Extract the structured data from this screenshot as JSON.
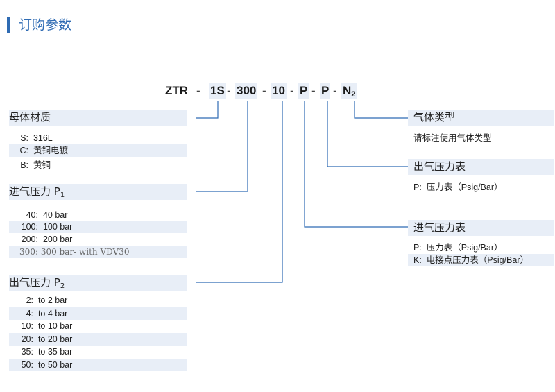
{
  "header": {
    "title": "订购参数"
  },
  "code": {
    "parts": [
      "ZTR",
      "-",
      "1S",
      "-",
      "300",
      "-",
      "10",
      "-",
      "P",
      "-",
      "P",
      "-",
      "N"
    ],
    "n_sub": "2"
  },
  "left": {
    "material": {
      "heading": "母体材质",
      "items": [
        {
          "key": "S:",
          "value": "316L"
        },
        {
          "key": "C:",
          "value": "黄铜电镀"
        },
        {
          "key": "B:",
          "value": "黄铜"
        }
      ]
    },
    "p1": {
      "heading": "进气压力 P",
      "sub": "1",
      "items": [
        {
          "key": "40:",
          "value": "40 bar"
        },
        {
          "key": "100:",
          "value": "100 bar"
        },
        {
          "key": "200:",
          "value": "200 bar"
        },
        {
          "key": "300:",
          "value": "300 bar- with VDV30"
        }
      ]
    },
    "p2": {
      "heading": "出气压力 P",
      "sub": "2",
      "items": [
        {
          "key": "2:",
          "value": "to 2 bar"
        },
        {
          "key": "4:",
          "value": "to 4 bar"
        },
        {
          "key": "10:",
          "value": "to 10 bar"
        },
        {
          "key": "20:",
          "value": "to 20 bar"
        },
        {
          "key": "35:",
          "value": "to 35 bar"
        },
        {
          "key": "50:",
          "value": "to 50 bar"
        }
      ]
    }
  },
  "right": {
    "gas": {
      "heading": "气体类型",
      "note": "请标注使用气体类型"
    },
    "out_gauge": {
      "heading": "出气压力表",
      "items": [
        {
          "key": "P:",
          "value": "压力表（Psig/Bar）"
        }
      ]
    },
    "in_gauge": {
      "heading": "进气压力表",
      "items": [
        {
          "key": "P:",
          "value": "压力表（Psig/Bar）"
        },
        {
          "key": "K:",
          "value": "电接点压力表（Psig/Bar）"
        }
      ]
    }
  }
}
